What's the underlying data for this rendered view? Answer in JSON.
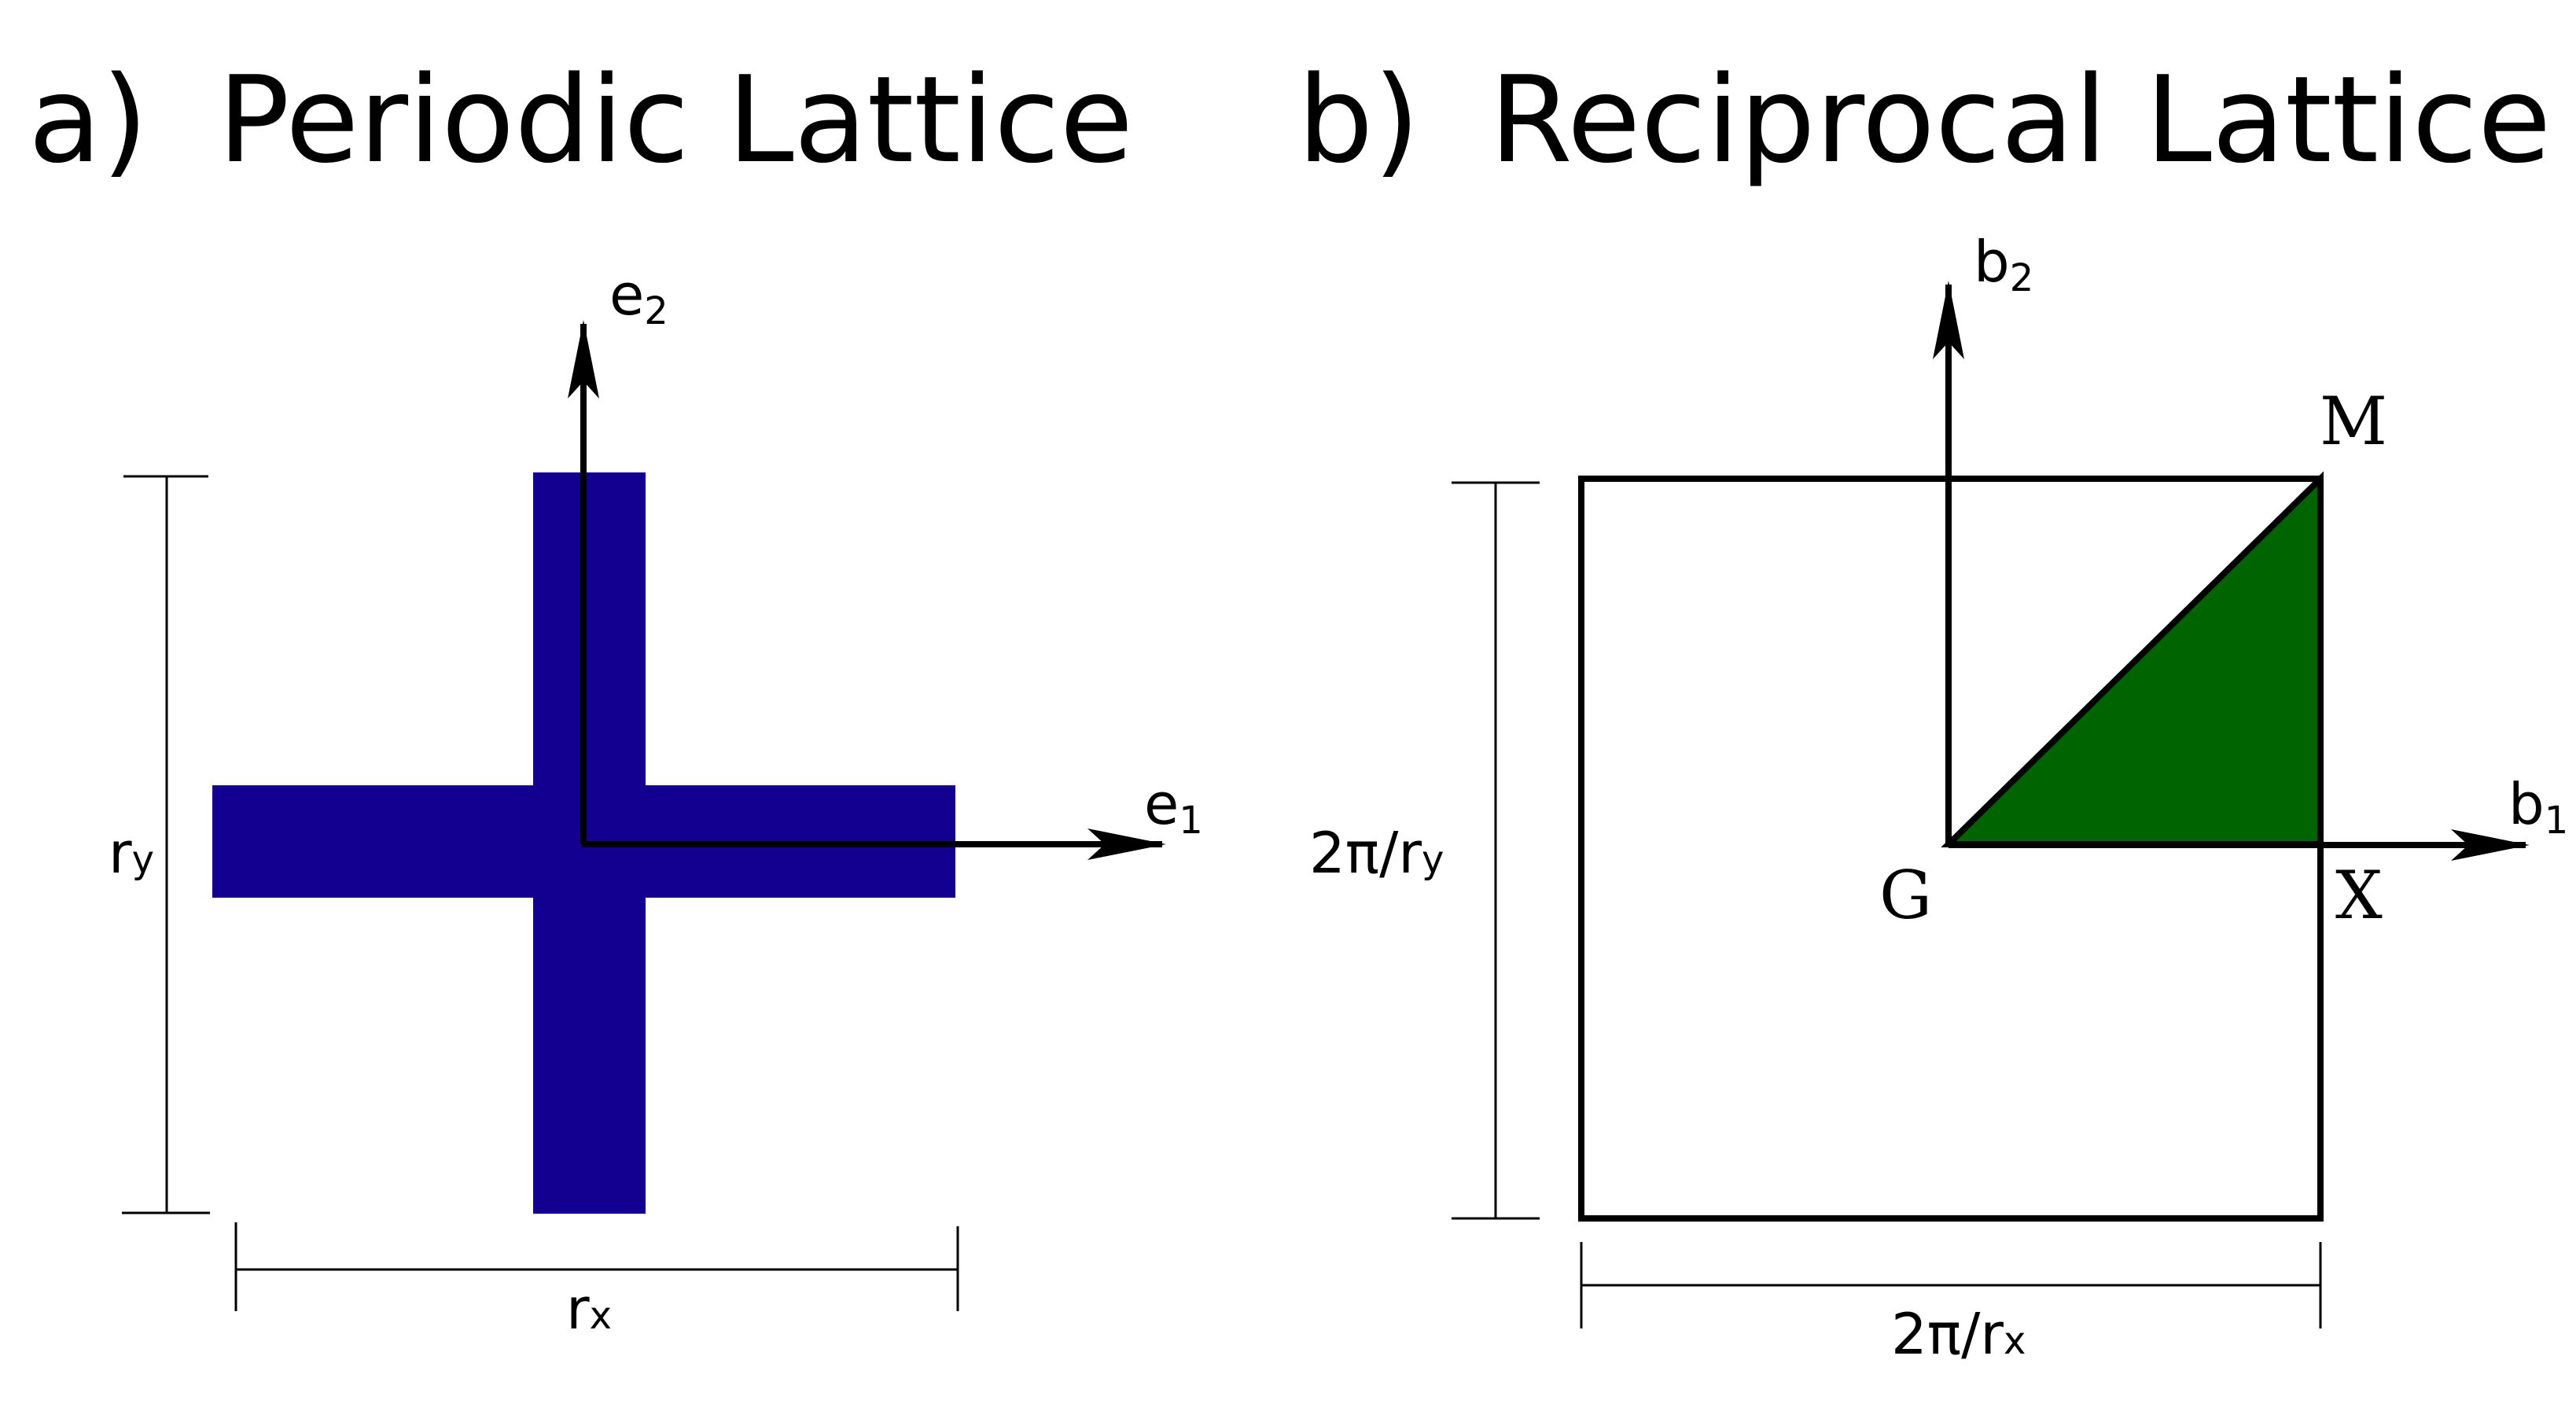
{
  "panel_a": {
    "letter": "a)",
    "title": "Periodic Lattice",
    "axis_1": {
      "base": "e",
      "sub": "1"
    },
    "axis_2": {
      "base": "e",
      "sub": "2"
    },
    "dim_y": {
      "base": "r",
      "sub": "y"
    },
    "dim_x": {
      "base": "r",
      "sub": "x"
    },
    "cross_color": "#140090"
  },
  "panel_b": {
    "letter": "b)",
    "title": "Reciprocal Lattice",
    "axis_1": {
      "base": "b",
      "sub": "1"
    },
    "axis_2": {
      "base": "b",
      "sub": "2"
    },
    "dim_y": {
      "base": "2π/r",
      "sub": "y"
    },
    "dim_x": {
      "base": "2π/r",
      "sub": "x"
    },
    "point_G": "G",
    "point_X": "X",
    "point_M": "M",
    "zone_color": "#006400"
  }
}
